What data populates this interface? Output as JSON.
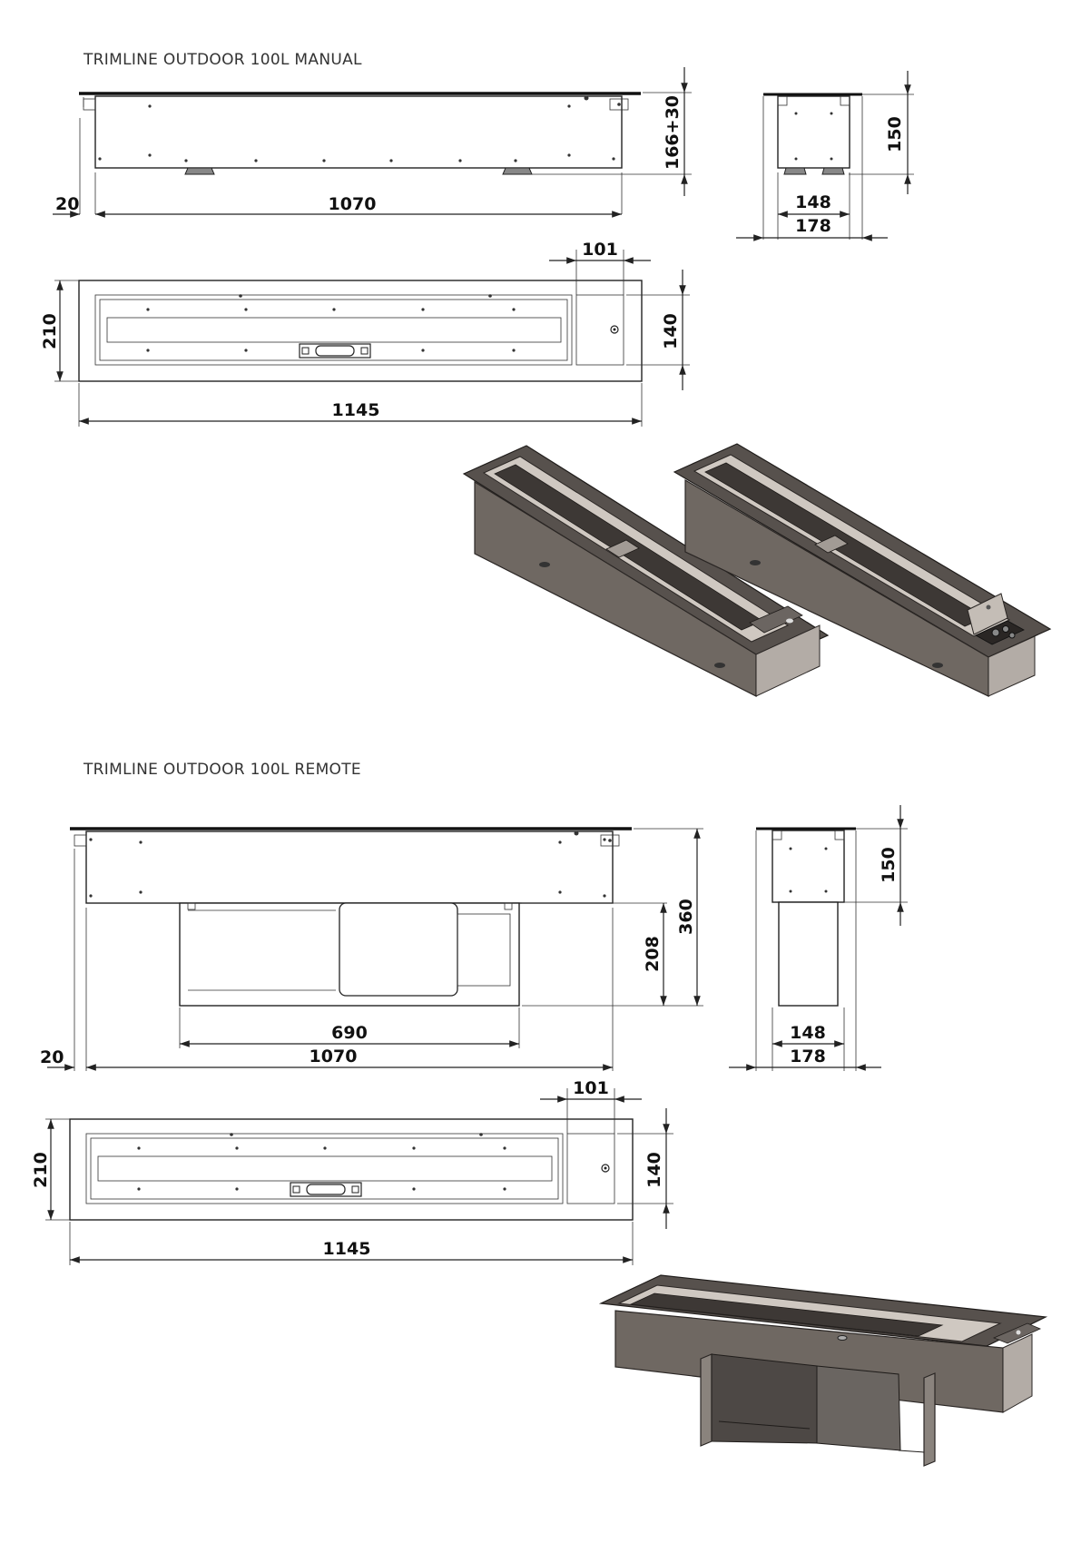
{
  "sections": [
    {
      "title": "TRIMLINE OUTDOOR 100L MANUAL",
      "front": {
        "height": "166+30",
        "offset": "20",
        "width": "1070"
      },
      "side": {
        "height": "150",
        "inner_width": "148",
        "outer_width": "178"
      },
      "top": {
        "depth": "210",
        "box_width": "101",
        "box_depth": "140",
        "length": "1145"
      }
    },
    {
      "title": "TRIMLINE OUTDOOR 100L REMOTE",
      "front": {
        "total_height": "360",
        "box_height": "208",
        "box_width": "690",
        "offset": "20",
        "width": "1070"
      },
      "side": {
        "height": "150",
        "inner_width": "148",
        "outer_width": "178"
      },
      "top": {
        "depth": "210",
        "box_width": "101",
        "box_depth": "140",
        "length": "1145"
      }
    }
  ]
}
